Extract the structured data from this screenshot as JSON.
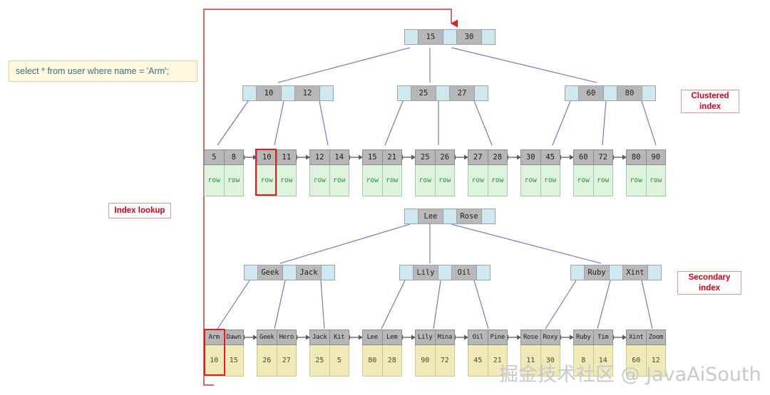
{
  "sql": {
    "query": "select * from user where name = 'Arm';"
  },
  "labels": {
    "clustered_index": "Clustered index",
    "secondary_index": "Secondary index",
    "index_lookup": "Index lookup"
  },
  "watermark": {
    "text": "掘金技术社区 @ JavaAiSouth"
  },
  "colors": {
    "pointer_cell": "#cfe8f0",
    "key_cell": "#b7b7b7",
    "row_cell": "#ddf3dd",
    "id_cell": "#efeab8",
    "highlight": "#e02020",
    "link": "#6a6fb5",
    "path": "#d0021b",
    "sql_bg": "#fbf8dd"
  },
  "clustered": {
    "root": {
      "keys": [
        "15",
        "30"
      ]
    },
    "internal": [
      {
        "keys": [
          "10",
          "12"
        ]
      },
      {
        "keys": [
          "25",
          "27"
        ]
      },
      {
        "keys": [
          "60",
          "80"
        ]
      }
    ],
    "leaves": [
      {
        "keys": [
          "5",
          "8"
        ],
        "values": [
          "row",
          "row"
        ]
      },
      {
        "keys": [
          "10",
          "11"
        ],
        "values": [
          "row",
          "row"
        ]
      },
      {
        "keys": [
          "12",
          "14"
        ],
        "values": [
          "row",
          "row"
        ]
      },
      {
        "keys": [
          "15",
          "21"
        ],
        "values": [
          "row",
          "row"
        ]
      },
      {
        "keys": [
          "25",
          "26"
        ],
        "values": [
          "row",
          "row"
        ]
      },
      {
        "keys": [
          "27",
          "28"
        ],
        "values": [
          "row",
          "row"
        ]
      },
      {
        "keys": [
          "30",
          "45"
        ],
        "values": [
          "row",
          "row"
        ]
      },
      {
        "keys": [
          "60",
          "72"
        ],
        "values": [
          "row",
          "row"
        ]
      },
      {
        "keys": [
          "80",
          "90"
        ],
        "values": [
          "row",
          "row"
        ]
      }
    ]
  },
  "secondary": {
    "root": {
      "keys": [
        "Lee",
        "Rose"
      ]
    },
    "internal": [
      {
        "keys": [
          "Geek",
          "Jack"
        ]
      },
      {
        "keys": [
          "Lily",
          "Oil"
        ]
      },
      {
        "keys": [
          "Ruby",
          "Xint"
        ]
      }
    ],
    "leaves": [
      {
        "keys": [
          "Arm",
          "Dawn"
        ],
        "values": [
          "10",
          "15"
        ]
      },
      {
        "keys": [
          "Geek",
          "Hero"
        ],
        "values": [
          "26",
          "27"
        ]
      },
      {
        "keys": [
          "Jack",
          "Kit"
        ],
        "values": [
          "25",
          "5"
        ]
      },
      {
        "keys": [
          "Lee",
          "Lem"
        ],
        "values": [
          "80",
          "28"
        ]
      },
      {
        "keys": [
          "Lily",
          "Mina"
        ],
        "values": [
          "90",
          "72"
        ]
      },
      {
        "keys": [
          "Oil",
          "Pine"
        ],
        "values": [
          "45",
          "21"
        ]
      },
      {
        "keys": [
          "Rose",
          "Roxy"
        ],
        "values": [
          "11",
          "30"
        ]
      },
      {
        "keys": [
          "Ruby",
          "Tim"
        ],
        "values": [
          "8",
          "14"
        ]
      },
      {
        "keys": [
          "Xint",
          "Zoom"
        ],
        "values": [
          "60",
          "12"
        ]
      }
    ]
  }
}
